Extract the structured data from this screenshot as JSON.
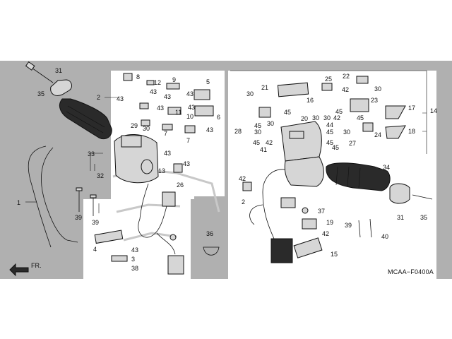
{
  "diagram": {
    "code": "MCAA−F0400A",
    "fr_label": "FR.",
    "callouts": {
      "c1": "1",
      "c2": "2",
      "c3": "3",
      "c4": "4",
      "c5": "5",
      "c6": "6",
      "c7": "7",
      "c7b": "7",
      "c8": "8",
      "c9": "9",
      "c10": "10",
      "c11": "11",
      "c12": "12",
      "c13": "13",
      "c14": "14",
      "c15": "15",
      "c16": "16",
      "c17": "17",
      "c18": "18",
      "c19": "19",
      "c20": "20",
      "c21": "21",
      "c22": "22",
      "c23": "23",
      "c24": "24",
      "c25": "25",
      "c26": "26",
      "c27": "27",
      "c28": "28",
      "c29": "29",
      "c30a": "30",
      "c30b": "30",
      "c30c": "30",
      "c30d": "30",
      "c30e": "30",
      "c30f": "30",
      "c30g": "30",
      "c31a": "31",
      "c31b": "31",
      "c32": "32",
      "c33": "33",
      "c34": "34",
      "c35a": "35",
      "c35b": "35",
      "c36": "36",
      "c37": "37",
      "c38": "38",
      "c39a": "39",
      "c39b": "39",
      "c39c": "39",
      "c40": "40",
      "c41": "41",
      "c42a": "42",
      "c42b": "42",
      "c42c": "42",
      "c42d": "42",
      "c43a": "43",
      "c43b": "43",
      "c43c": "43",
      "c43d": "43",
      "c43e": "43",
      "c43f": "43",
      "c43g": "43",
      "c43h": "43",
      "c43i": "43",
      "c43j": "43",
      "c43k": "43",
      "c44": "44",
      "c45a": "45",
      "c45b": "45",
      "c45c": "45",
      "c45d": "45",
      "c45e": "45",
      "c45f": "45",
      "c45g": "45",
      "c45h": "45"
    }
  }
}
